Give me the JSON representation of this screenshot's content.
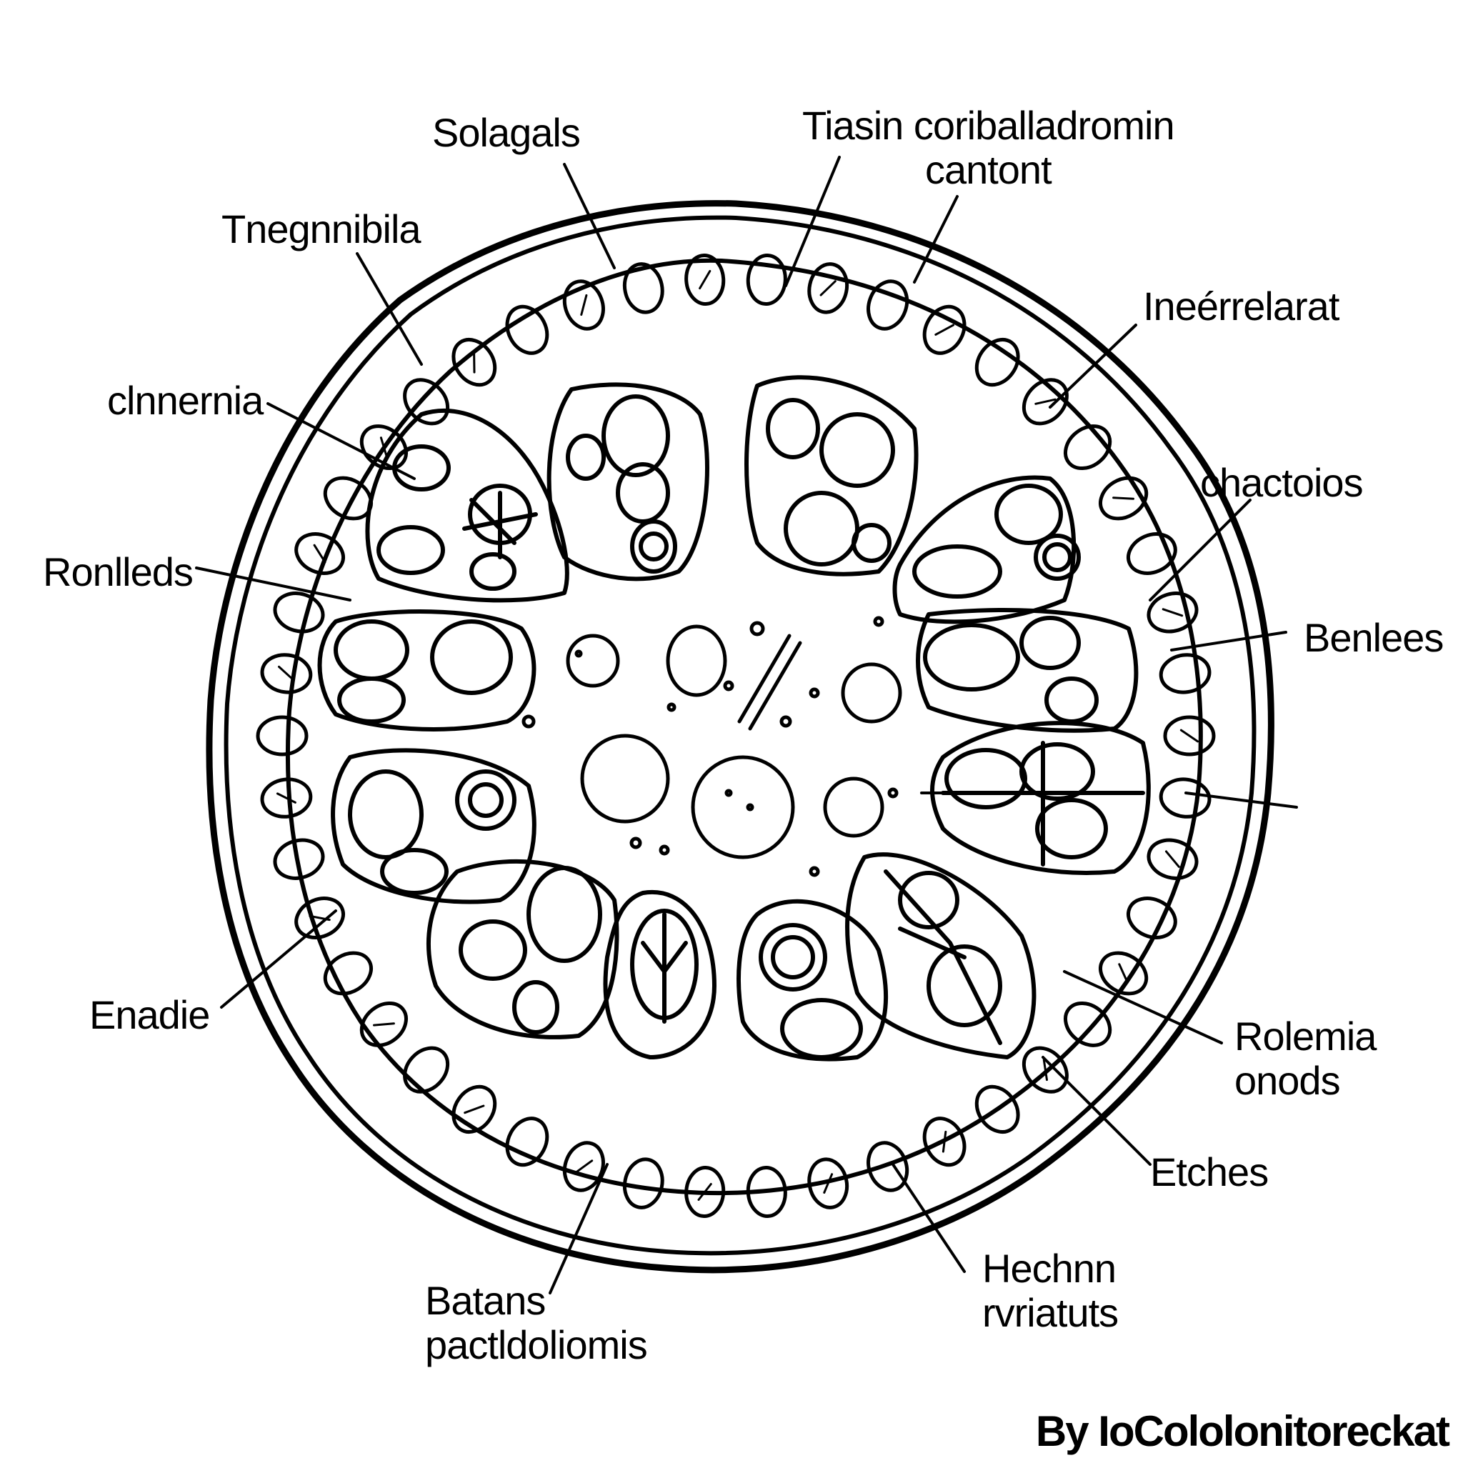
{
  "labels": {
    "solagals": "Solagals",
    "tiasin": "Tiasin coriballadromin\ncantont",
    "tnegnnibila": "Tnegnnibila",
    "ineerrelarat": "Ineérrelarat",
    "clnnernia": "clnnernia",
    "chactoios": "chactoios",
    "ronlleds": "Ronlleds",
    "benlees": "Benlees",
    "enadie": "Enadie",
    "rolemia": "Rolemia\nonods",
    "etches": "Etches",
    "hechnn": "Hechnn\nrvriatuts",
    "batans": "Batans\npactldoliomis"
  },
  "credit": "By IoCololonitoreckat",
  "colors": {
    "stroke": "#000000",
    "background": "#ffffff"
  }
}
